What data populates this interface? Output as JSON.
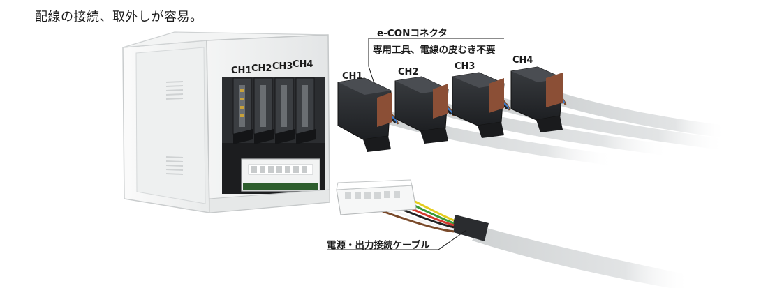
{
  "headline": "配線の接続、取外しが容易。",
  "unit_channel_labels": [
    "CH1",
    "CH2",
    "CH3",
    "CH4"
  ],
  "connector_labels": [
    "CH1",
    "CH2",
    "CH3",
    "CH4"
  ],
  "econ_callout": {
    "title": "e-CONコネクタ",
    "subtitle": "専用工具、電線の皮むき不要"
  },
  "cable_callout": "電源・出力接続ケーブル",
  "colors": {
    "body": "#eceeee",
    "connector": "#2a2c2f",
    "cable": "#d7d9da",
    "wire_brown": "#7a4a2a",
    "wire_blue": "#3f7fd0",
    "wire_black": "#222222",
    "wire_red": "#d23a2e",
    "wire_green": "#3b9a3b",
    "wire_yellow": "#e4cc1f"
  }
}
